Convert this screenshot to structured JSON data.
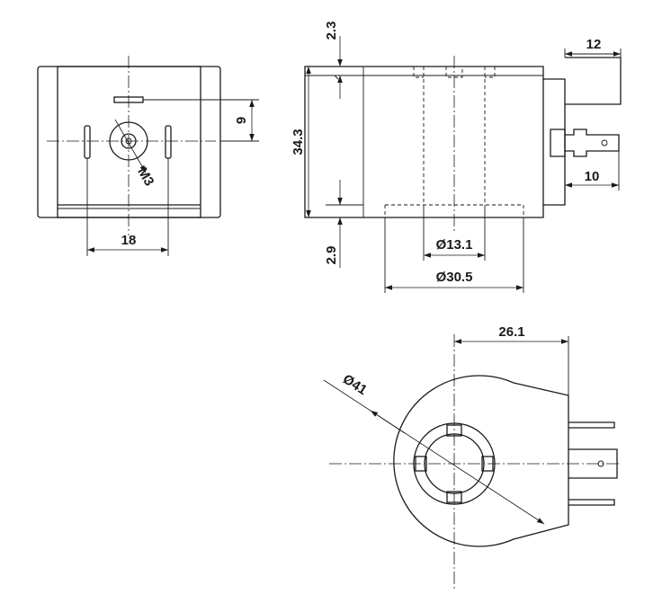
{
  "dimensions": {
    "front_slot_offset": "9",
    "front_pin_spacing": "18",
    "front_screw_thread": "M3",
    "side_top_flange": "2.3",
    "side_total_height": "34.3",
    "side_bottom_flange": "2.9",
    "side_bore_dia": "Ø13.1",
    "side_body_dia": "Ø30.5",
    "side_tab_width": "12",
    "side_pin_length": "10",
    "bottom_outer_dia": "Ø41",
    "bottom_connector_offset": "26.1"
  },
  "colors": {
    "line": "#1a1a1a",
    "background": "#ffffff"
  }
}
